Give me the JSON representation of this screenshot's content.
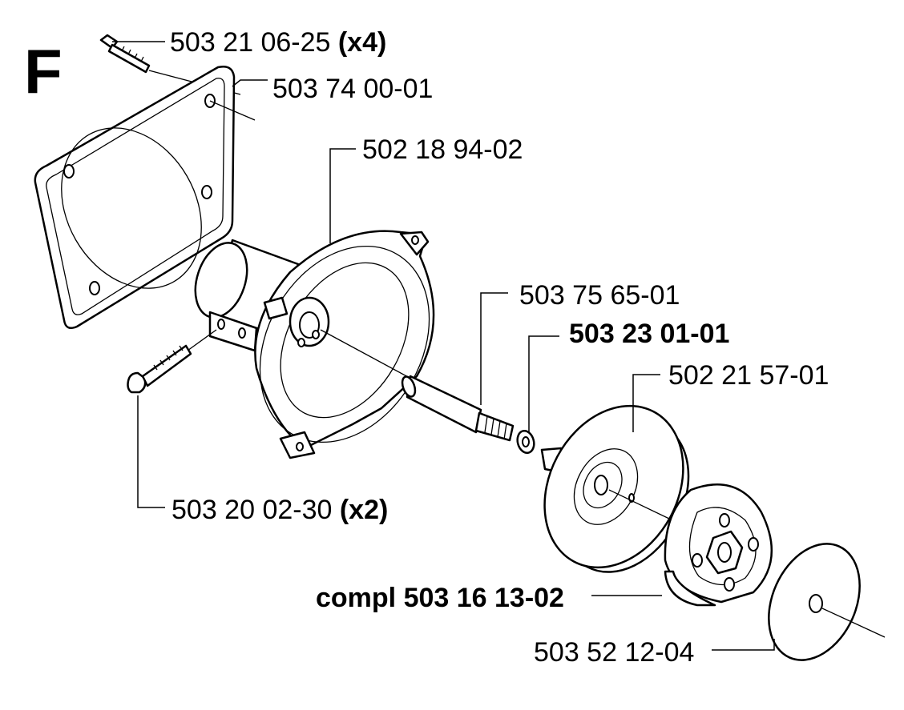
{
  "section_letter": "F",
  "parts": [
    {
      "id": "screw-top",
      "number": "503 21 06-25",
      "qty": "(x4)"
    },
    {
      "id": "gasket",
      "number": "503 74 00-01"
    },
    {
      "id": "clutch-housing",
      "number": "502 18 94-02"
    },
    {
      "id": "shaft",
      "number": "503 75 65-01"
    },
    {
      "id": "washer",
      "number": "503 23 01-01"
    },
    {
      "id": "clutch-drum",
      "number": "502 21 57-01"
    },
    {
      "id": "screw-side",
      "number": "503 20 02-30",
      "qty": "(x2)"
    },
    {
      "id": "clutch-complete",
      "number": "compl 503 16 13-02"
    },
    {
      "id": "cover-plate",
      "number": "503 52 12-04"
    }
  ]
}
